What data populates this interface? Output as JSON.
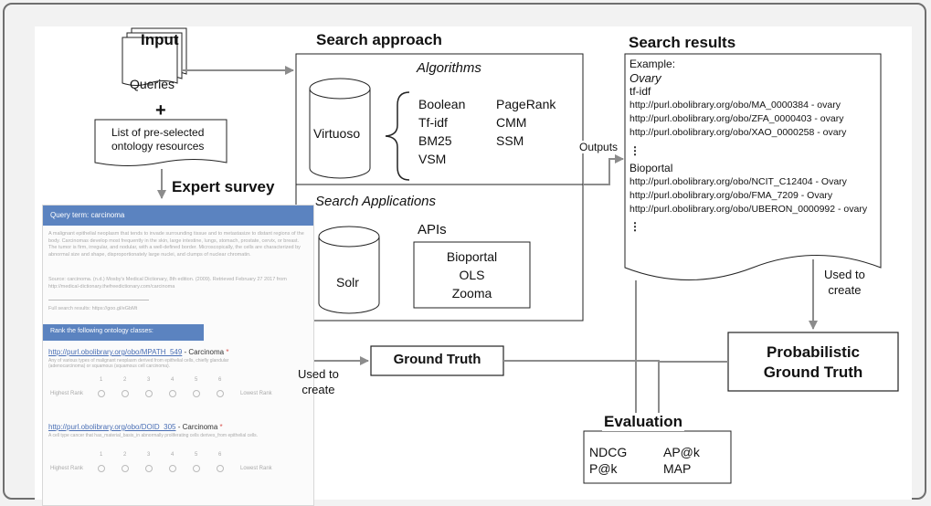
{
  "input": {
    "title": "Input",
    "queries_label": "Queries",
    "plus": "+",
    "list_label_1": "List of pre-selected",
    "list_label_2": "ontology resources"
  },
  "expert_survey": {
    "title": "Expert survey",
    "query_term": "Query term: carcinoma",
    "paragraph": "A malignant epithelial neoplasm that tends to invade surrounding tissue and to metastasize to distant regions of the body. Carcinomas develop most frequently in the skin, large intestine, lungs, stomach, prostate, cervix, or breast. The tumor is firm, irregular, and nodular, with a well-defined border. Microscopically, the cells are characterized by abnormal size and shape, disproportionately large nuclei, and clumps of nuclear chromatin.",
    "source": "Source: carcinoma. (n.d.) Mosby's Medical Dictionary, 8th edition. (2009). Retrieved February 27 2017 from http://medical-dictionary.thefreedictionary.com/carcinoma",
    "full_results": "Full search results: https://goo.gl/eGbMt",
    "rank_header": "Rank the following ontology classes:",
    "item1_link": "http://purl.obolibrary.org/obo/MPATH_549",
    "item1_suffix": " - Carcinoma",
    "item1_desc": "Any of various types of malignant neoplasm derived from epithelial cells, chiefly glandular (adenocarcinoma) or squamous (squamous cell carcinoma).",
    "item2_link": "http://purl.obolibrary.org/obo/DOID_305",
    "item2_suffix": " - Carcinoma",
    "item2_desc": "A cell type cancer that has_material_basis_in abnormally proliferating cells derives_from epithelial cells.",
    "scale": [
      "1",
      "2",
      "3",
      "4",
      "5",
      "6"
    ],
    "highest_rank": "Highest Rank",
    "lowest_rank": "Lowest Rank",
    "required_mark": "*"
  },
  "search_approach": {
    "title": "Search approach",
    "algorithms_label": "Algorithms",
    "virtuoso_label": "Virtuoso",
    "algorithms_col1": [
      "Boolean",
      "Tf-idf",
      "BM25",
      "VSM"
    ],
    "algorithms_col2": [
      "PageRank",
      "CMM",
      "SSM"
    ],
    "applications_label": "Search Applications",
    "solr_label": "Solr",
    "apis_label": "APIs",
    "apis": [
      "Bioportal",
      "OLS",
      "Zooma"
    ]
  },
  "outputs_label": "Outputs",
  "search_results": {
    "title": "Search results",
    "example_label": "Example:",
    "query": "Ovary",
    "method1": "tf-idf",
    "method1_results": [
      "http://purl.obolibrary.org/obo/MA_0000384 - ovary",
      "http://purl.obolibrary.org/obo/ZFA_0000403 - ovary",
      "http://purl.obolibrary.org/obo/XAO_0000258 - ovary"
    ],
    "ellipsis": "⋮",
    "method2": "Bioportal",
    "method2_results": [
      "http://purl.obolibrary.org/obo/NCIT_C12404 - Ovary",
      "http://purl.obolibrary.org/obo/FMA_7209 - Ovary",
      "http://purl.obolibrary.org/obo/UBERON_0000992 - ovary"
    ]
  },
  "used_to_create_1": [
    "Used to",
    "create"
  ],
  "used_to_create_2": [
    "Used to",
    "create"
  ],
  "ground_truth_label": "Ground Truth",
  "probabilistic_label": [
    "Probabilistic",
    "Ground Truth"
  ],
  "evaluation": {
    "title": "Evaluation",
    "metrics_col1": [
      "NDCG",
      "P@k"
    ],
    "metrics_col2": [
      "AP@k",
      "MAP"
    ]
  },
  "colors": {
    "arrow": "#8c8c8c",
    "survey_header": "#5b83c0",
    "link": "#4a6fb5",
    "required": "#d9534f",
    "frame_border": "#6f6f6f"
  }
}
